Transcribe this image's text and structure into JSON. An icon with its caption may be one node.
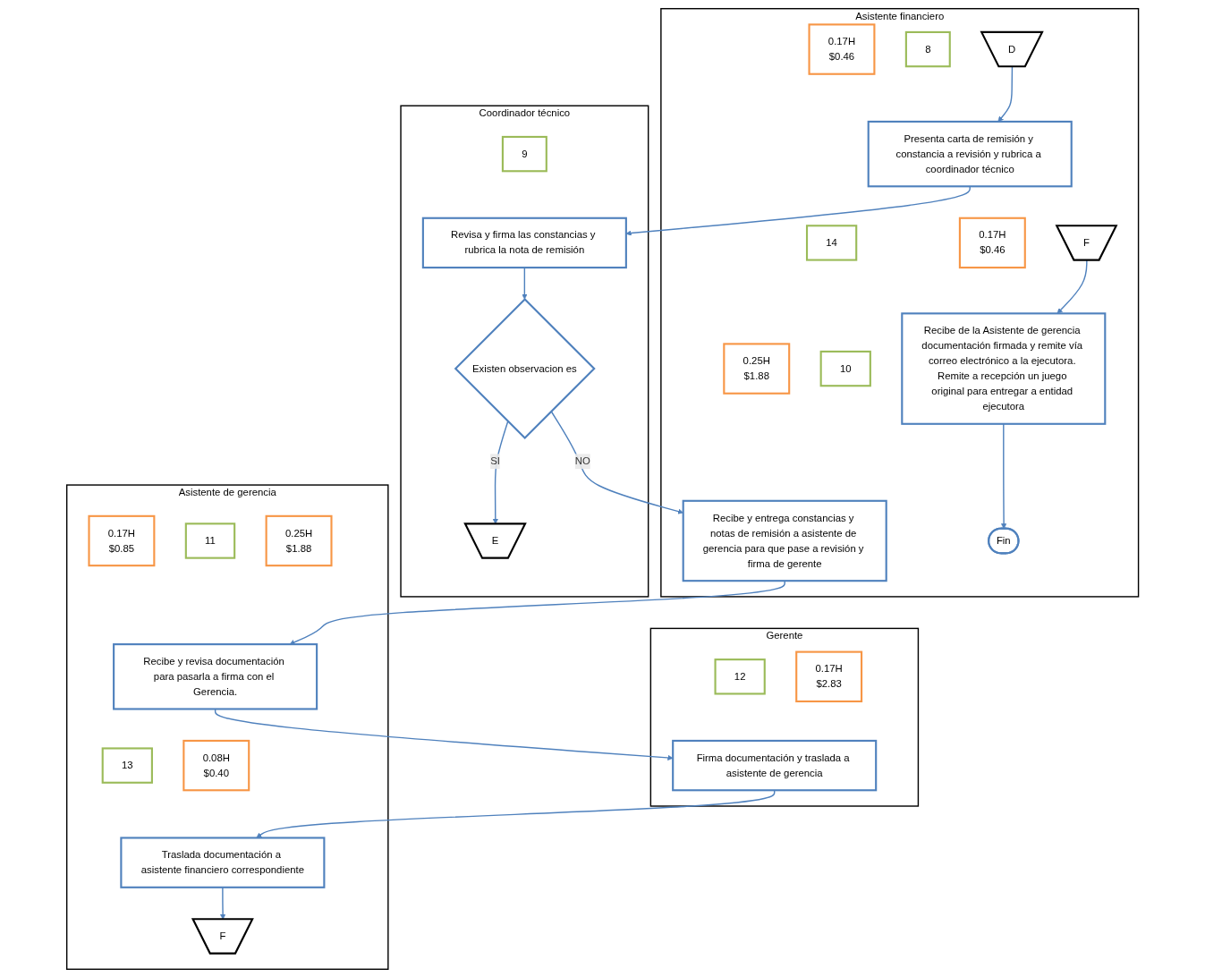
{
  "diagram": {
    "nodes": [
      {
        "text": [
          "Asistente financiero"
        ]
      },
      {
        "text": [
          "Coordinador técnico"
        ]
      },
      {
        "text": [
          "Asistente de gerencia"
        ]
      },
      {
        "text": [
          "Gerente"
        ]
      },
      {
        "text": [
          "D"
        ],
        "in": 0
      },
      {
        "text": [
          "8"
        ],
        "in": 0
      },
      {
        "text": [
          "0.17H",
          "$0.46"
        ],
        "in": 0
      },
      {
        "text": [
          "Presenta carta de remisión y constancia a revisión y rubrica a coordinador técnico"
        ],
        "in": 0
      },
      {
        "text": [
          "9"
        ],
        "in": 1
      },
      {
        "text": [
          "Revisa y firma las constancias y rubrica la nota de remisión"
        ],
        "in": 1
      },
      {
        "text": [
          "0.25H",
          "$1.88"
        ],
        "in": 2
      },
      {
        "text": [
          "10"
        ],
        "in": 0
      },
      {
        "text": [
          "0.25H",
          "$1.88"
        ],
        "in": 0
      },
      {
        "text": [
          "Recibe y entrega constancias y notas de remisión a asistente de gerencia para que pase a revisión y firma de gerente"
        ],
        "in": 0
      },
      {
        "text": [
          "Existen observacion es"
        ],
        "in": 1
      },
      {
        "text": [
          "E"
        ],
        "in": 1
      },
      {
        "text": [
          "11"
        ],
        "in": 2
      },
      {
        "text": [
          "0.17H",
          "$0.85"
        ],
        "in": 2
      },
      {
        "text": [
          "Recibe y revisa documentación para pasarla a firma con el Gerencia."
        ],
        "in": 2
      },
      {
        "text": [
          "0.17H",
          "$0.46"
        ],
        "in": 0
      },
      {
        "text": [
          "F"
        ],
        "in": 0
      },
      {
        "text": [
          "14"
        ],
        "in": 0
      },
      {
        "text": [
          "Recibe de la Asistente de gerencia documentación firmada y remite vía correo electrónico a la ejecutora. Remite a recepción un juego original para entregar a entidad ejecutora"
        ],
        "in": 0
      },
      {
        "text": [
          "Fin"
        ],
        "in": 0
      },
      {
        "text": [
          "0.17H",
          "$2.83"
        ],
        "in": 3
      },
      {
        "text": [
          "0.08H",
          "$0.40"
        ],
        "in": 2
      },
      {
        "text": [
          "12"
        ],
        "in": 3
      },
      {
        "text": [
          "Firma documentación y traslada a asistente de gerencia"
        ],
        "in": 3
      },
      {
        "text": [
          "13"
        ],
        "in": 2
      },
      {
        "text": [
          "Traslada documentación a asistente financiero correspondiente"
        ],
        "in": 2
      },
      {
        "text": [
          "F"
        ],
        "in": 2
      }
    ],
    "edges": [
      {
        "from": 4,
        "to": 7,
        "arrow": "to"
      },
      {
        "from": 7,
        "to": 9,
        "arrow": "to"
      },
      {
        "from": 9,
        "to": 14,
        "arrow": "to"
      },
      {
        "from": 14,
        "to": 13,
        "arrow": "to",
        "label": "NO"
      },
      {
        "from": 14,
        "to": 15,
        "arrow": "to",
        "label": "SI"
      },
      {
        "from": 13,
        "to": 18,
        "arrow": "to"
      },
      {
        "from": 18,
        "to": 27,
        "arrow": "to"
      },
      {
        "from": 27,
        "to": 29,
        "arrow": "to"
      },
      {
        "from": 29,
        "to": 30,
        "arrow": "to"
      },
      {
        "from": 20,
        "to": 22,
        "arrow": "to"
      },
      {
        "from": 22,
        "to": 23,
        "arrow": "to"
      }
    ]
  }
}
